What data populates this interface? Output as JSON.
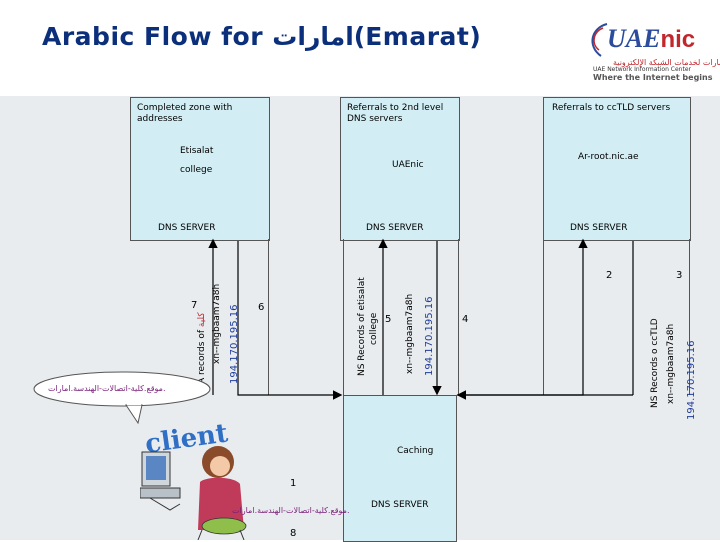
{
  "title": "Arabic Flow for امارات(Emarat)",
  "logo": {
    "uae": "UAE",
    "nic": "nic",
    "arabic": "مركز الإمارات لخدمات الشبكة الإلكترونية",
    "english": "UAE Network Information Center",
    "slogan": "Where the Internet begins"
  },
  "boxes": {
    "completed": {
      "header": "Completed zone  with addresses",
      "line1": "Etisalat",
      "line2": "college",
      "footer": "DNS SERVER"
    },
    "referrals_2nd": {
      "header": "Referrals to 2nd level  DNS servers",
      "name": "UAEnic",
      "footer": "DNS SERVER"
    },
    "referrals_cctld": {
      "header": "Referrals to ccTLD servers",
      "name": "Ar-root.nic.ae",
      "footer": "DNS SERVER"
    },
    "caching": {
      "name": "Caching",
      "footer": "DNS SERVER"
    }
  },
  "flow_labels": {
    "num7": "7",
    "a_records": "A records of",
    "a_records_arabic": "كلية",
    "xn_left": "xn--mgbaam7a8h",
    "ip_left": "194.170.195.16",
    "num6": "6",
    "ns_etisalat": "NS Records of etisalat",
    "ns_college": "college",
    "num5": "5",
    "xn_mid": "xn--mgbaam7a8h",
    "ip_mid": "194.170.195.16",
    "num4": "4",
    "num2": "2",
    "num3": "3",
    "ns_cctld": "NS Records o ccTLD",
    "xn_right": "xn--mgbaam7a8h",
    "ip_right": "194.170.195.16",
    "num1": "1",
    "num8": "8"
  },
  "arabic_domain_left": "موقع.كلية-اتصالات-الهندسة.امارات.",
  "arabic_domain_bottom": "موقع.كلية-اتصالات-الهندسة.امارات.",
  "client_label": "client"
}
